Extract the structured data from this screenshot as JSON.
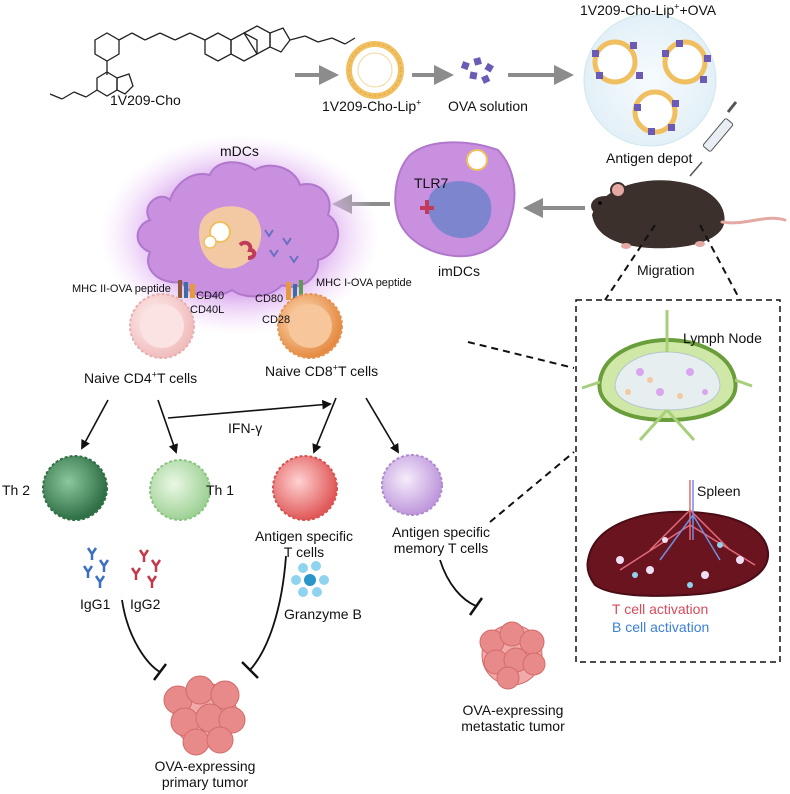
{
  "labels": {
    "compound": "1V209-Cho",
    "liposome": "1V209-Cho-Lip",
    "liposome_sup": "+",
    "ova_solution": "OVA solution",
    "mixture_base": "1V209-Cho-Lip",
    "mixture_sup": "+",
    "mixture_tail": "+OVA",
    "antigen_depot": "Antigen depot",
    "mdcs": "mDCs",
    "tlr7": "TLR7",
    "imdcs": "imDCs",
    "migration": "Migration",
    "mhc2": "MHC II-OVA peptide",
    "mhc1": "MHC I-OVA peptide",
    "cd40": "CD40",
    "cd40l": "CD40L",
    "cd80": "CD80",
    "cd28": "CD28",
    "naive_cd4_a": "Naive CD4",
    "naive_cd4_sup": "+",
    "naive_cd4_b": "T cells",
    "naive_cd8_a": "Naive CD8",
    "naive_cd8_sup": "+",
    "naive_cd8_b": "T cells",
    "ifn": "IFN-γ",
    "th2": "Th 2",
    "th1": "Th 1",
    "ag_specific_1": "Antigen specific",
    "ag_specific_2": "T cells",
    "memory_1": "Antigen specific",
    "memory_2": "memory T cells",
    "igg1": "IgG1",
    "igg2": "IgG2",
    "granzyme": "Granzyme B",
    "lymph_node": "Lymph Node",
    "spleen": "Spleen",
    "t_activation": "T cell activation",
    "b_activation": "B cell activation",
    "primary_tumor_1": "OVA-expressing",
    "primary_tumor_2": "primary tumor",
    "met_tumor_1": "OVA-expressing",
    "met_tumor_2": "metastatic tumor"
  },
  "colors": {
    "arrow_gray": "#8c8c8c",
    "liposome_ring": "#f0c060",
    "ova": "#6b5bb5",
    "dc_purple": "#c990e0",
    "th2_green": "#3f8a5a",
    "th1_green": "#a9dca0",
    "ctl_red": "#e86a6a",
    "memory_lilac": "#c9a6e0",
    "cd4_pink": "#f6cccc",
    "cd8_orange": "#f0a060",
    "t_activation": "#d94a5a",
    "b_activation": "#3b7fd6",
    "tumor": "#e98a8a"
  }
}
